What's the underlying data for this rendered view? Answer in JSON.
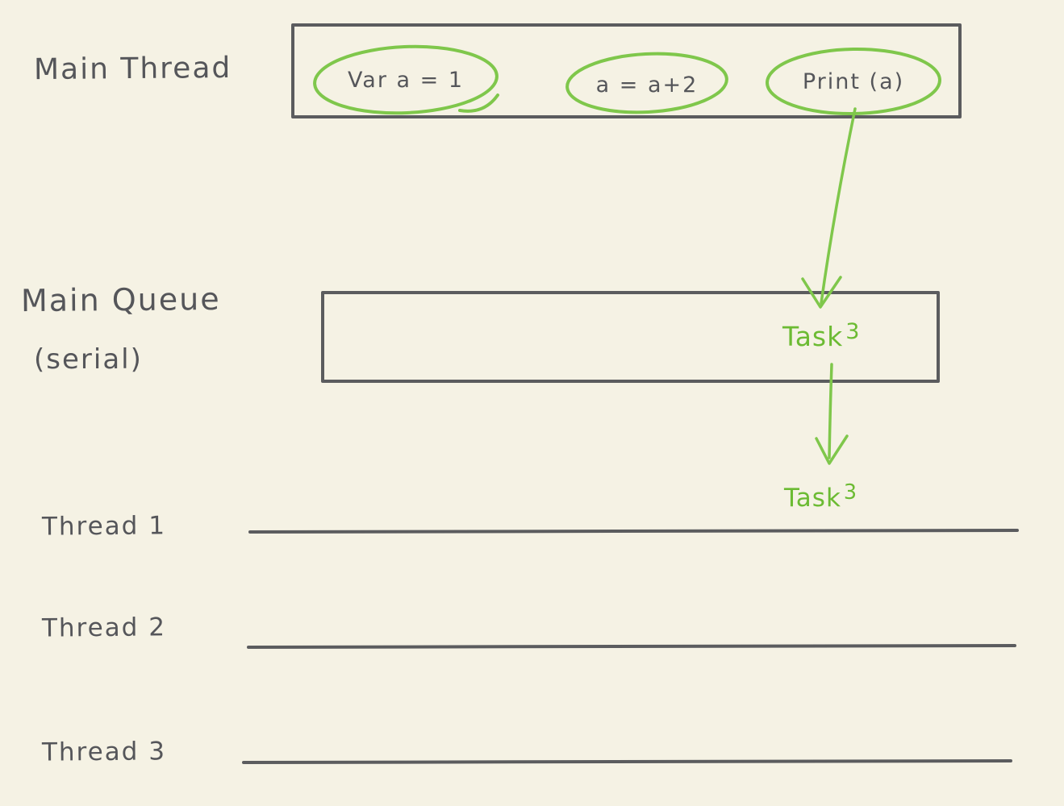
{
  "colors": {
    "background": "#f5f2e4",
    "ink": "#5b5c5e",
    "green": "#7fc74b"
  },
  "labels": {
    "main_thread": "Main Thread",
    "main_queue": "Main Queue",
    "main_queue_sub": "(serial)",
    "thread1": "Thread 1",
    "thread2": "Thread 2",
    "thread3": "Thread 3"
  },
  "main_thread_box": {
    "statements": [
      "Var a = 1",
      "a = a+2",
      "Print (a)"
    ]
  },
  "queue_task": {
    "word": "Task",
    "num": "3"
  },
  "thread_task": {
    "word": "Task",
    "num": "3"
  }
}
